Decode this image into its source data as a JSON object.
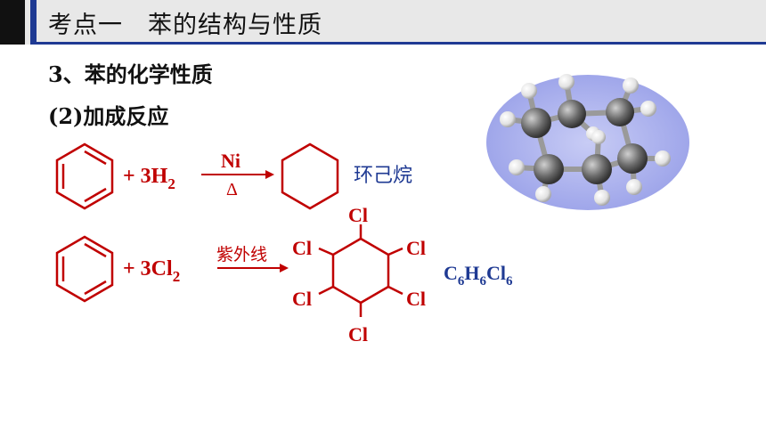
{
  "header": {
    "title": "考点一　苯的结构与性质"
  },
  "section": {
    "heading": "3、苯的化学性质",
    "subheading": "(2)加成反应"
  },
  "reaction1": {
    "reagent_prefix": "+ 3H",
    "reagent_subscript": "2",
    "catalyst": "Ni",
    "condition": "Δ",
    "product_name": "环己烷"
  },
  "reaction2": {
    "reagent_prefix": "+ 3Cl",
    "reagent_subscript": "2",
    "condition": "紫外线",
    "substituent": "Cl",
    "formula_parts": [
      "C",
      "6",
      "H",
      "6",
      "Cl",
      "6"
    ]
  },
  "colors": {
    "reaction_red": "#c00000",
    "label_blue": "#1f3a93",
    "title_blue": "#1f3a93"
  }
}
